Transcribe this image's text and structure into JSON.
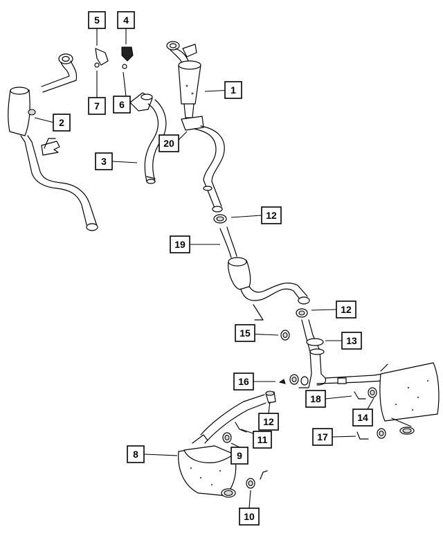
{
  "diagram": {
    "callouts": [
      {
        "id": "c1",
        "label": "1"
      },
      {
        "id": "c2",
        "label": "2"
      },
      {
        "id": "c3",
        "label": "3"
      },
      {
        "id": "c4",
        "label": "4"
      },
      {
        "id": "c5",
        "label": "5"
      },
      {
        "id": "c6",
        "label": "6"
      },
      {
        "id": "c7",
        "label": "7"
      },
      {
        "id": "c8",
        "label": "8"
      },
      {
        "id": "c9",
        "label": "9"
      },
      {
        "id": "c10",
        "label": "10"
      },
      {
        "id": "c11",
        "label": "11"
      },
      {
        "id": "c12a",
        "label": "12"
      },
      {
        "id": "c12b",
        "label": "12"
      },
      {
        "id": "c12c",
        "label": "12"
      },
      {
        "id": "c13",
        "label": "13"
      },
      {
        "id": "c14",
        "label": "14"
      },
      {
        "id": "c15",
        "label": "15"
      },
      {
        "id": "c16",
        "label": "16"
      },
      {
        "id": "c17",
        "label": "17"
      },
      {
        "id": "c18",
        "label": "18"
      },
      {
        "id": "c19",
        "label": "19"
      },
      {
        "id": "c20",
        "label": "20"
      }
    ]
  },
  "colors": {
    "line": "#000000",
    "background": "#ffffff",
    "shade": "#d9d9d9"
  }
}
